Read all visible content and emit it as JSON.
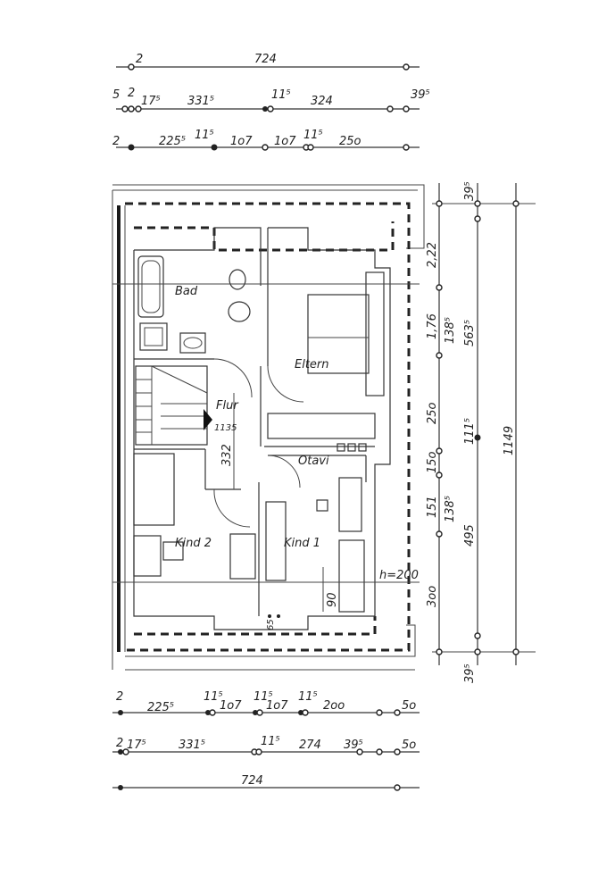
{
  "rooms": {
    "bad": "Bad",
    "eltern": "Eltern",
    "flur": "Flur",
    "otavi": "Otavi",
    "kind1": "Kind 1",
    "kind2": "Kind 2"
  },
  "annotations": {
    "stair_height": "1135",
    "stair_length": "332",
    "ceiling_height": "h=200",
    "window_90": "90",
    "window_65": "65"
  },
  "top_dims": {
    "row1": {
      "start": "2",
      "total": "724"
    },
    "row2": {
      "a": "5",
      "b": "2",
      "c": "17⁵",
      "d": "331⁵",
      "e": "11⁵",
      "f": "324",
      "g": "39⁵"
    },
    "row3": {
      "a": "2",
      "b": "225⁵",
      "c": "11⁵",
      "d": "1o7",
      "e": "1o7",
      "f": "11⁵",
      "g": "25o"
    }
  },
  "bottom_dims": {
    "row1": {
      "a": "2",
      "b": "225⁵",
      "c": "11⁵",
      "d": "1o7",
      "e": "11⁵",
      "f": "1o7",
      "g": "11⁵",
      "h": "2oo",
      "i": "5o"
    },
    "row2": {
      "a": "2",
      "b": "17⁵",
      "c": "331⁵",
      "d": "11⁵",
      "e": "274",
      "f": "39⁵",
      "g": "5o"
    },
    "row3": {
      "total": "724"
    }
  },
  "right_dims": {
    "inner": {
      "a": "2,22",
      "b": "1,76",
      "c": "25o",
      "d": "15o",
      "e": "151",
      "f": "3oo"
    },
    "middle": {
      "a": "39⁵",
      "b": "138⁵",
      "c": "563⁵",
      "d": "111⁵",
      "e": "138⁵",
      "f": "495",
      "g": "39⁵"
    },
    "outer": {
      "total": "1149"
    }
  }
}
